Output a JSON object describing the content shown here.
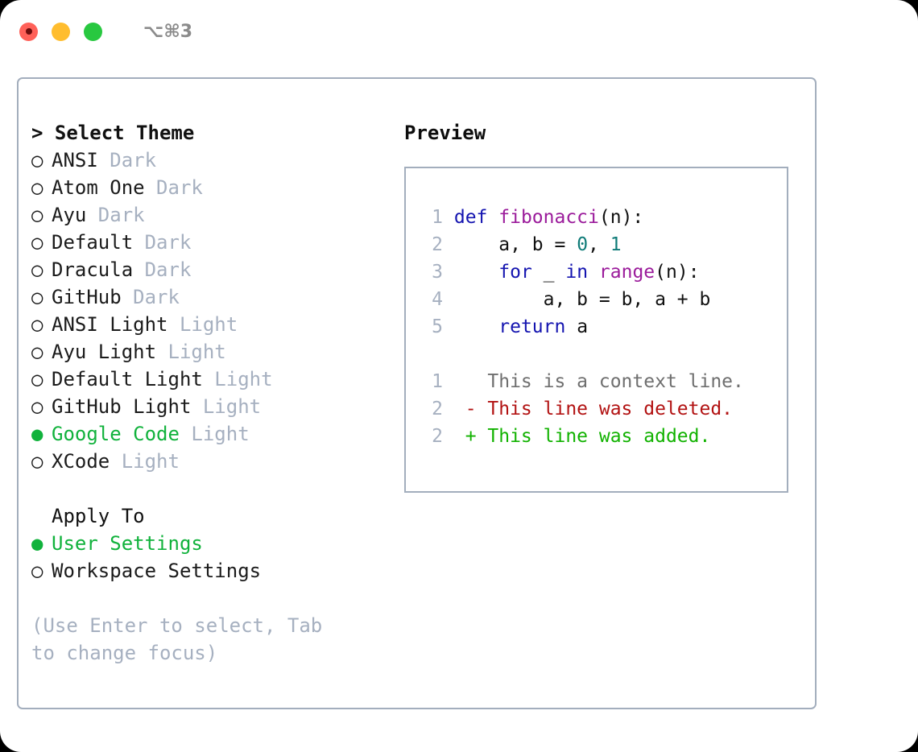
{
  "titlebar": {
    "shortcut": "⌥⌘3",
    "buttons": [
      {
        "name": "close",
        "color": "#ff6159"
      },
      {
        "name": "minimize",
        "color": "#ffbd2e"
      },
      {
        "name": "maximize",
        "color": "#28c840"
      }
    ]
  },
  "theme_section": {
    "caret": ">",
    "header": "Select Theme",
    "marker_selected": "●",
    "marker_unselected": "○",
    "items": [
      {
        "name": "ANSI",
        "suffix": "Dark",
        "selected": false
      },
      {
        "name": "Atom One",
        "suffix": "Dark",
        "selected": false
      },
      {
        "name": "Ayu",
        "suffix": "Dark",
        "selected": false
      },
      {
        "name": "Default",
        "suffix": "Dark",
        "selected": false
      },
      {
        "name": "Dracula",
        "suffix": "Dark",
        "selected": false
      },
      {
        "name": "GitHub",
        "suffix": "Dark",
        "selected": false
      },
      {
        "name": "ANSI Light",
        "suffix": "Light",
        "selected": false
      },
      {
        "name": "Ayu Light",
        "suffix": "Light",
        "selected": false
      },
      {
        "name": "Default Light",
        "suffix": "Light",
        "selected": false
      },
      {
        "name": "GitHub Light",
        "suffix": "Light",
        "selected": false
      },
      {
        "name": "Google Code",
        "suffix": "Light",
        "selected": true
      },
      {
        "name": "XCode",
        "suffix": "Light",
        "selected": false
      }
    ]
  },
  "apply_section": {
    "header": "Apply To",
    "items": [
      {
        "name": "User Settings",
        "selected": true
      },
      {
        "name": "Workspace Settings",
        "selected": false
      }
    ]
  },
  "hint": "(Use Enter to select, Tab to change focus)",
  "preview": {
    "title": "Preview",
    "code_lines": [
      {
        "no": "1",
        "tokens": [
          {
            "t": "def ",
            "c": "kw"
          },
          {
            "t": "fibonacci",
            "c": "fn"
          },
          {
            "t": "(n):",
            "c": "pl"
          }
        ]
      },
      {
        "no": "2",
        "tokens": [
          {
            "t": "    a, b = ",
            "c": "pl"
          },
          {
            "t": "0",
            "c": "num"
          },
          {
            "t": ", ",
            "c": "pl"
          },
          {
            "t": "1",
            "c": "num"
          }
        ]
      },
      {
        "no": "3",
        "tokens": [
          {
            "t": "    ",
            "c": "pl"
          },
          {
            "t": "for",
            "c": "kw"
          },
          {
            "t": " _ ",
            "c": "pl"
          },
          {
            "t": "in",
            "c": "kw"
          },
          {
            "t": " ",
            "c": "pl"
          },
          {
            "t": "range",
            "c": "fn"
          },
          {
            "t": "(n):",
            "c": "pl"
          }
        ]
      },
      {
        "no": "4",
        "tokens": [
          {
            "t": "        a, b = b, a + b",
            "c": "pl"
          }
        ]
      },
      {
        "no": "5",
        "tokens": [
          {
            "t": "    ",
            "c": "pl"
          },
          {
            "t": "return",
            "c": "kw"
          },
          {
            "t": " a",
            "c": "pl"
          }
        ]
      }
    ],
    "diff_lines": [
      {
        "no": "1",
        "sign": " ",
        "text": " This is a context line.",
        "kind": "ctx"
      },
      {
        "no": "2",
        "sign": "-",
        "text": " This line was deleted.",
        "kind": "del"
      },
      {
        "no": "2",
        "sign": "+",
        "text": " This line was added.",
        "kind": "add"
      }
    ]
  },
  "colors": {
    "accent_green": "#11b23c",
    "muted": "#a6b0c0",
    "border": "#a3aebd",
    "text": "#1b1b1b",
    "keyword": "#1414b0",
    "function": "#9b1b9b",
    "number": "#0f7b78",
    "diff_context": "#6f6f6f",
    "diff_deleted": "#b21212",
    "diff_added": "#11b200"
  }
}
